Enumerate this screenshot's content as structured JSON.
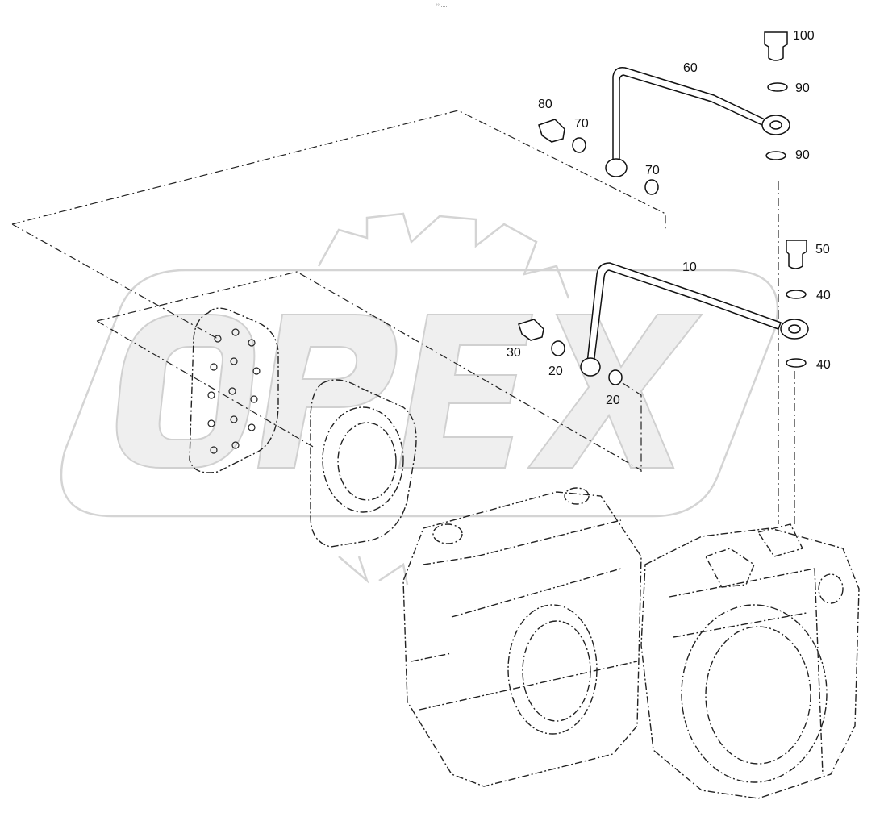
{
  "watermark": {
    "brand_text": "OPEX",
    "color": "#d4d4d4"
  },
  "header_mark": "°° ‥‥",
  "callouts": [
    {
      "id": "c100",
      "text": "100"
    },
    {
      "id": "c60",
      "text": "60"
    },
    {
      "id": "c90a",
      "text": "90"
    },
    {
      "id": "c90b",
      "text": "90"
    },
    {
      "id": "c80",
      "text": "80"
    },
    {
      "id": "c70a",
      "text": "70"
    },
    {
      "id": "c70b",
      "text": "70"
    },
    {
      "id": "c50",
      "text": "50"
    },
    {
      "id": "c10",
      "text": "10"
    },
    {
      "id": "c40a",
      "text": "40"
    },
    {
      "id": "c40b",
      "text": "40"
    },
    {
      "id": "c30",
      "text": "30"
    },
    {
      "id": "c20a",
      "text": "20"
    },
    {
      "id": "c20b",
      "text": "20"
    }
  ]
}
